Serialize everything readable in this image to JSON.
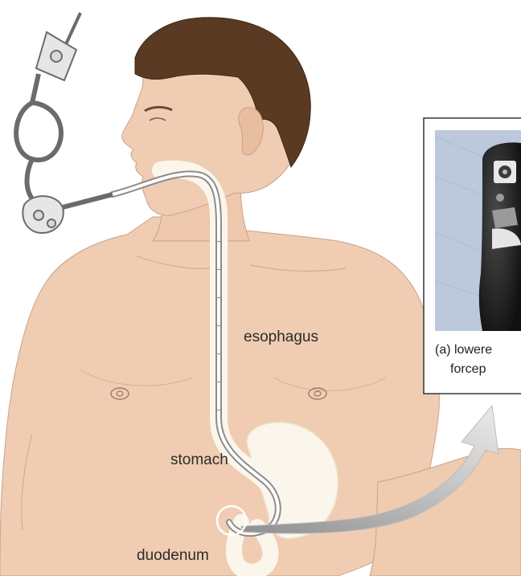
{
  "labels": {
    "esophagus": "esophagus",
    "stomach": "stomach",
    "duodenum": "duodenum"
  },
  "photo_caption": {
    "line1": "(a) lowere",
    "line2": "forcep"
  },
  "colors": {
    "skin": "#f0cdb2",
    "skin_shadow": "#e2b293",
    "hair": "#5a3a22",
    "organ": "#fbf6ec",
    "scope": "#9a9a9a",
    "photo_bg": "#bcc9dc",
    "arrow": "#cfcfcf"
  }
}
